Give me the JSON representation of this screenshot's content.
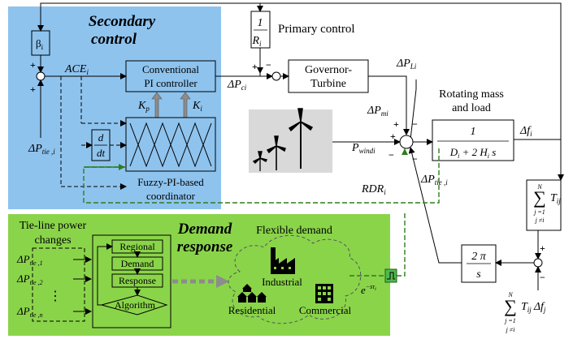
{
  "secondary": {
    "title_line1": "Secondary",
    "title_line2": "control",
    "beta": "β",
    "beta_sub": "i",
    "ace": "ACE",
    "ace_sub": "i",
    "pi_line1": "Conventional",
    "pi_line2": "PI controller",
    "kp": "K",
    "kp_sub": "p",
    "ki": "K",
    "ki_sub": "i",
    "deriv_num": "d",
    "deriv_den": "dt",
    "fuzzy_line1": "Fuzzy-PI-based",
    "fuzzy_line2": "coordinator",
    "dptie": "ΔP",
    "dptie_sub": "tie ,i"
  },
  "primary": {
    "label": "Primary control",
    "num": "1",
    "den": "R",
    "den_sub": "i"
  },
  "plant": {
    "governor_line1": "Governor-",
    "governor_line2": "Turbine",
    "dpci": "ΔP",
    "dpci_sub": "ci",
    "dpli": "ΔP",
    "dpli_sub": "Li",
    "dpmi": "ΔP",
    "dpmi_sub": "mi",
    "rotating_line1": "Rotating mass",
    "rotating_line2": "and load",
    "tf_num": "1",
    "tf_den": "D",
    "tf_den_sub": "i",
    "tf_den_mid": " + 2 H",
    "tf_den_sub2": "i",
    "tf_den_end": " s",
    "dfi": "Δf",
    "dfi_sub": "i",
    "pwind": "P",
    "pwind_sub": "windi",
    "rdr": "RDR",
    "rdr_sub": "i",
    "dptie_right": "ΔP",
    "dptie_right_sub": "tie ,i",
    "sumT": "T",
    "sumT_sub": "ij",
    "sum_N": "N",
    "sum_j1": "j =1",
    "sum_jne": "j ≠i",
    "twopi_num": "2 π",
    "twopi_den": "s",
    "bottom_T": "T",
    "bottom_T_sub": "ij",
    "bottom_df": "Δf",
    "bottom_df_sub": "j",
    "bottom_N": "N",
    "bottom_j1": "j =1",
    "bottom_jne": "j ≠i"
  },
  "demand": {
    "title_line1": "Demand",
    "title_line2": "response",
    "tieline_line1": "Tie-line power",
    "tieline_line2": "changes",
    "dp": "ΔP",
    "dp1_sub": "tie ,1",
    "dp2_sub": "tie ,2",
    "dots": "⋮",
    "dpn_sub": "tie ,n",
    "alg_regional": "Regional",
    "alg_demand": "Demand",
    "alg_response": "Response",
    "alg_algorithm": "Algorithm",
    "flex_label": "Flexible demand",
    "industrial": "Industrial",
    "residential": "Residential",
    "commercial": "Commercial",
    "delay": "e",
    "delay_sup": "−sτ",
    "delay_sub": "i"
  },
  "signs": {
    "plus": "+",
    "minus": "−"
  },
  "colors": {
    "secondary_bg": "#8ec3ee",
    "demand_bg": "#8ad44a",
    "dashed_green": "#2e7d1c",
    "delay_block": "#4fb84f",
    "arrow_gray": "#8c8c8c",
    "wind_bg": "#d9d9d9"
  }
}
